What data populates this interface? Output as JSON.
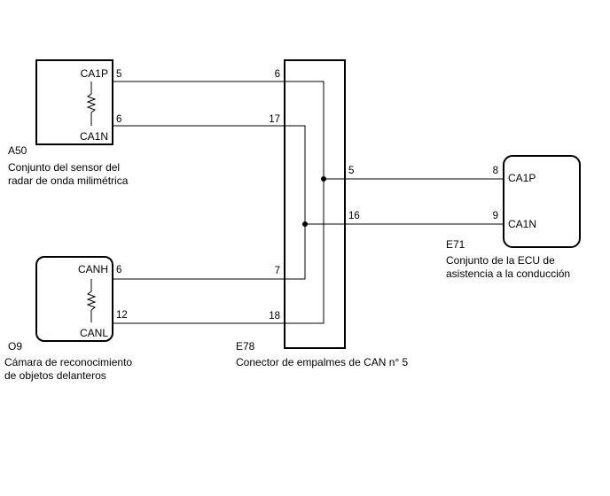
{
  "components": {
    "a50": {
      "code": "A50",
      "name_line1": "Conjunto del sensor del",
      "name_line2": "radar de onda milimétrica",
      "terminals": [
        {
          "signal": "CA1P",
          "pin": "5"
        },
        {
          "signal": "CA1N",
          "pin": "6"
        }
      ]
    },
    "o9": {
      "code": "O9",
      "name_line1": "Cámara de reconocimiento",
      "name_line2": "de objetos delanteros",
      "terminals": [
        {
          "signal": "CANH",
          "pin": "6"
        },
        {
          "signal": "CANL",
          "pin": "12"
        }
      ]
    },
    "e78": {
      "code": "E78",
      "name_line1": "Conector de empalmes de CAN n° 5",
      "pins": {
        "a50_p": "6",
        "a50_n": "17",
        "o9_h": "7",
        "o9_l": "18",
        "e71_p": "5",
        "e71_n": "16"
      }
    },
    "e71": {
      "code": "E71",
      "name_line1": "Conjunto de la ECU de",
      "name_line2": "asistencia a la conducción",
      "terminals": [
        {
          "signal": "CA1P",
          "pin": "8"
        },
        {
          "signal": "CA1N",
          "pin": "9"
        }
      ]
    }
  }
}
